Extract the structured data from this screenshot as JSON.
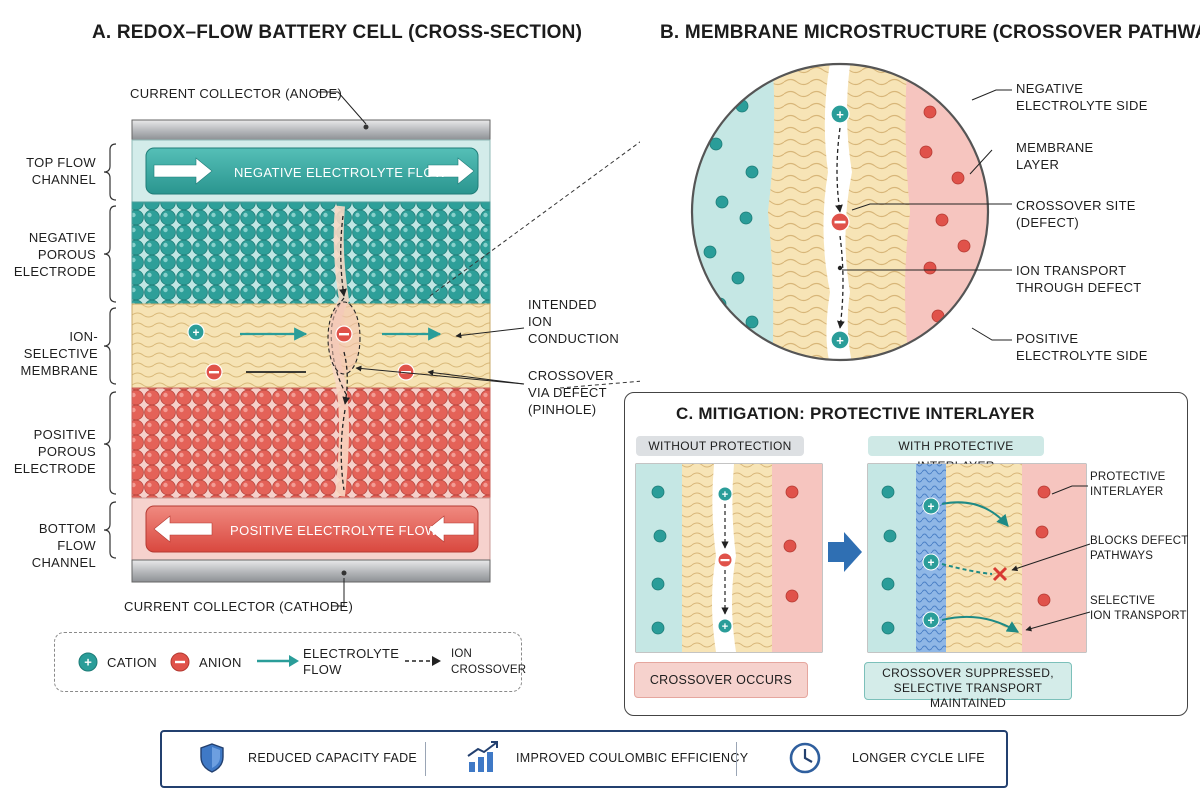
{
  "panel_a": {
    "title": "A. REDOX–FLOW BATTERY CELL (CROSS-SECTION)",
    "anode_label": "CURRENT COLLECTOR (ANODE)",
    "cathode_label": "CURRENT COLLECTOR (CATHODE)",
    "left_labels": {
      "top_flow": [
        "TOP FLOW",
        "CHANNEL"
      ],
      "neg_electrode": [
        "NEGATIVE",
        "POROUS",
        "ELECTRODE"
      ],
      "membrane": [
        "ION-SELECTIVE",
        "MEMBRANE"
      ],
      "pos_electrode": [
        "POSITIVE",
        "POROUS",
        "ELECTRODE"
      ],
      "bottom_flow": [
        "BOTTOM FLOW",
        "CHANNEL"
      ]
    },
    "top_flow_text": "NEGATIVE ELECTROLYTE FLOW",
    "bottom_flow_text": "POSITIVE ELECTROLYTE FLOW",
    "right_labels": {
      "intended": [
        "INTENDED",
        "ION",
        "CONDUCTION"
      ],
      "crossover": [
        "CROSSOVER",
        "VIA DEFECT",
        "(PINHOLE)"
      ]
    }
  },
  "legend": {
    "cation": "CATION",
    "anion": "ANION",
    "flow": [
      "ELECTROLYTE",
      "FLOW"
    ],
    "crossover": [
      "ION",
      "CROSSOVER"
    ]
  },
  "panel_b": {
    "title": "B. MEMBRANE MICROSTRUCTURE (CROSSOVER PATHWAY)",
    "labels": {
      "neg_side": [
        "NEGATIVE",
        "ELECTROLYTE SIDE"
      ],
      "membrane": [
        "MEMBRANE",
        "LAYER"
      ],
      "site": [
        "CROSSOVER SITE",
        "(DEFECT)"
      ],
      "transport": [
        "ION TRANSPORT",
        "THROUGH DEFECT"
      ],
      "pos_side": [
        "POSITIVE",
        "ELECTROLYTE SIDE"
      ]
    }
  },
  "panel_c": {
    "title": "C. MITIGATION: PROTECTIVE INTERLAYER",
    "without_header": "WITHOUT PROTECTION",
    "with_header": "WITH PROTECTIVE INTERLAYER",
    "without_result": "CROSSOVER OCCURS",
    "with_result": [
      "CROSSOVER SUPPRESSED,",
      "SELECTIVE TRANSPORT MAINTAINED"
    ],
    "labels": {
      "interlayer": [
        "PROTECTIVE",
        "INTERLAYER"
      ],
      "blocks": [
        "BLOCKS DEFECT",
        "PATHWAYS"
      ],
      "selective": [
        "SELECTIVE",
        "ION TRANSPORT"
      ]
    }
  },
  "benefits": [
    {
      "icon": "shield-icon",
      "label": "REDUCED CAPACITY FADE"
    },
    {
      "icon": "bar-chart-up-icon",
      "label": "IMPROVED COULOMBIC EFFICIENCY"
    },
    {
      "icon": "clock-icon",
      "label": "LONGER CYCLE LIFE"
    }
  ],
  "colors": {
    "teal": "#2a9d99",
    "teal_light": "#cfe9e7",
    "red": "#e0524a",
    "red_light": "#f4c7c1",
    "membrane": "#f6e3b4",
    "navy": "#23406f",
    "blue_arrow": "#2f6fb3"
  }
}
